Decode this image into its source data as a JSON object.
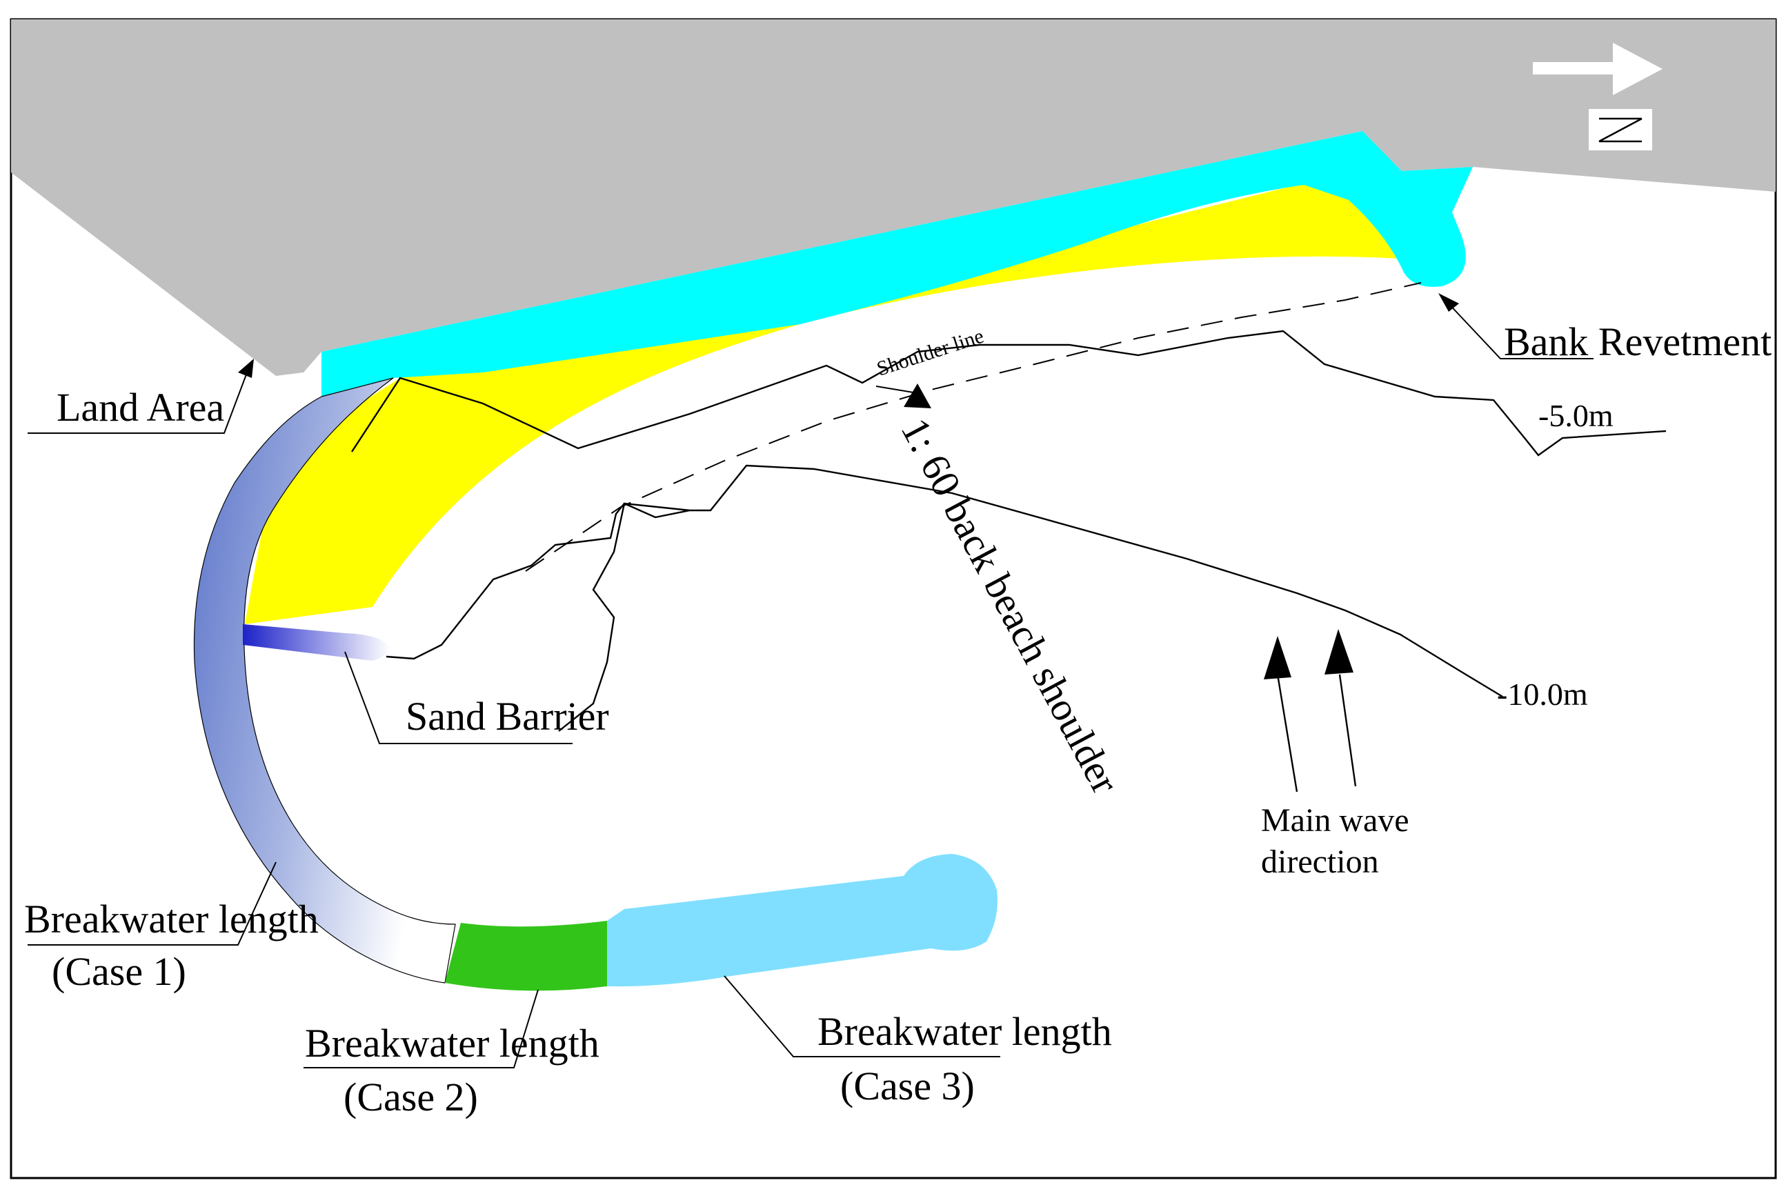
{
  "labels": {
    "land_area": "Land Area",
    "bank_revetment": "Bank Revetment",
    "shoulder_line": "Shoulder line",
    "minus_5m": "-5.0m",
    "minus_10m": "-10.0m",
    "back_beach_shoulder": "1: 60 back beach shoulder",
    "sand_barrier": "Sand Barrier",
    "main_wave_direction_1": "Main wave",
    "main_wave_direction_2": "direction",
    "bw_case1_line1": "Breakwater length",
    "bw_case1_line2": "(Case 1)",
    "bw_case2_line1": "Breakwater length",
    "bw_case2_line2": "(Case 2)",
    "bw_case3_line1": "Breakwater length",
    "bw_case3_line2": "(Case 3)",
    "north_symbol": "N"
  },
  "colors": {
    "land": "#c0c0c0",
    "bank_revetment": "#00ffff",
    "beach_fill": "#ffff00",
    "breakwater_case1_dark": "#5b74c9",
    "breakwater_case1_light": "#ffffff",
    "breakwater_case2": "#33c41a",
    "breakwater_case3": "#80dfff",
    "sand_barrier_dark": "#1c22c8",
    "sand_barrier_light": "#ffffff"
  }
}
